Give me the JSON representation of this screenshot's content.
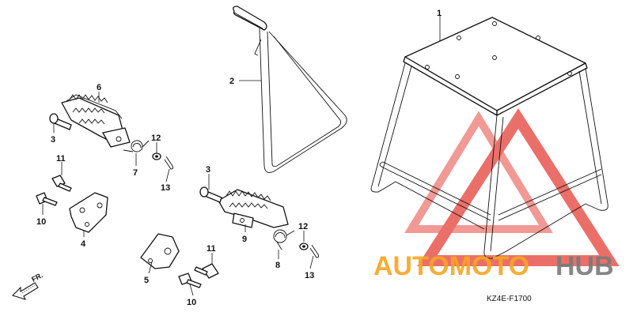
{
  "diagram": {
    "callouts": {
      "c1": "1",
      "c2": "2",
      "c3a": "3",
      "c3b": "3",
      "c4": "4",
      "c5": "5",
      "c6": "6",
      "c7": "7",
      "c8": "8",
      "c9": "9",
      "c10a": "10",
      "c10b": "10",
      "c11a": "11",
      "c11b": "11",
      "c12a": "12",
      "c12b": "12",
      "c13a": "13",
      "c13b": "13"
    },
    "direction_label": "FR.",
    "figure_code": "KZ4E-F1700"
  },
  "watermark": {
    "text_part1": "AUTOMOTO",
    "text_part2": "HUB",
    "color_primary": "#f5a623",
    "color_secondary": "#7a7a7a",
    "triangle_color": "#e8564f"
  }
}
